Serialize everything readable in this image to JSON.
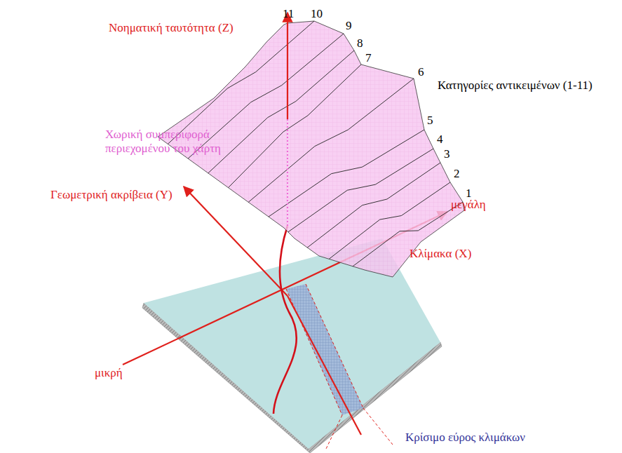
{
  "diagram": {
    "labels": [
      "11",
      "10",
      "9",
      "8",
      "7",
      "6",
      "5",
      "4",
      "3",
      "2",
      "1",
      "Νοηματική ταυτότητα (Z)",
      "Κατηγορίες αντικειμένων (1-11)",
      "Χωρική συμπεριφορά περιεχομένου του χάρτη",
      "Γεωμετρική ακρίβεια (Y)",
      "μεγάλη",
      "Κλίμακα (X)",
      "μικρή",
      "Κρίσιμο εύρος κλιμάκων"
    ]
  }
}
